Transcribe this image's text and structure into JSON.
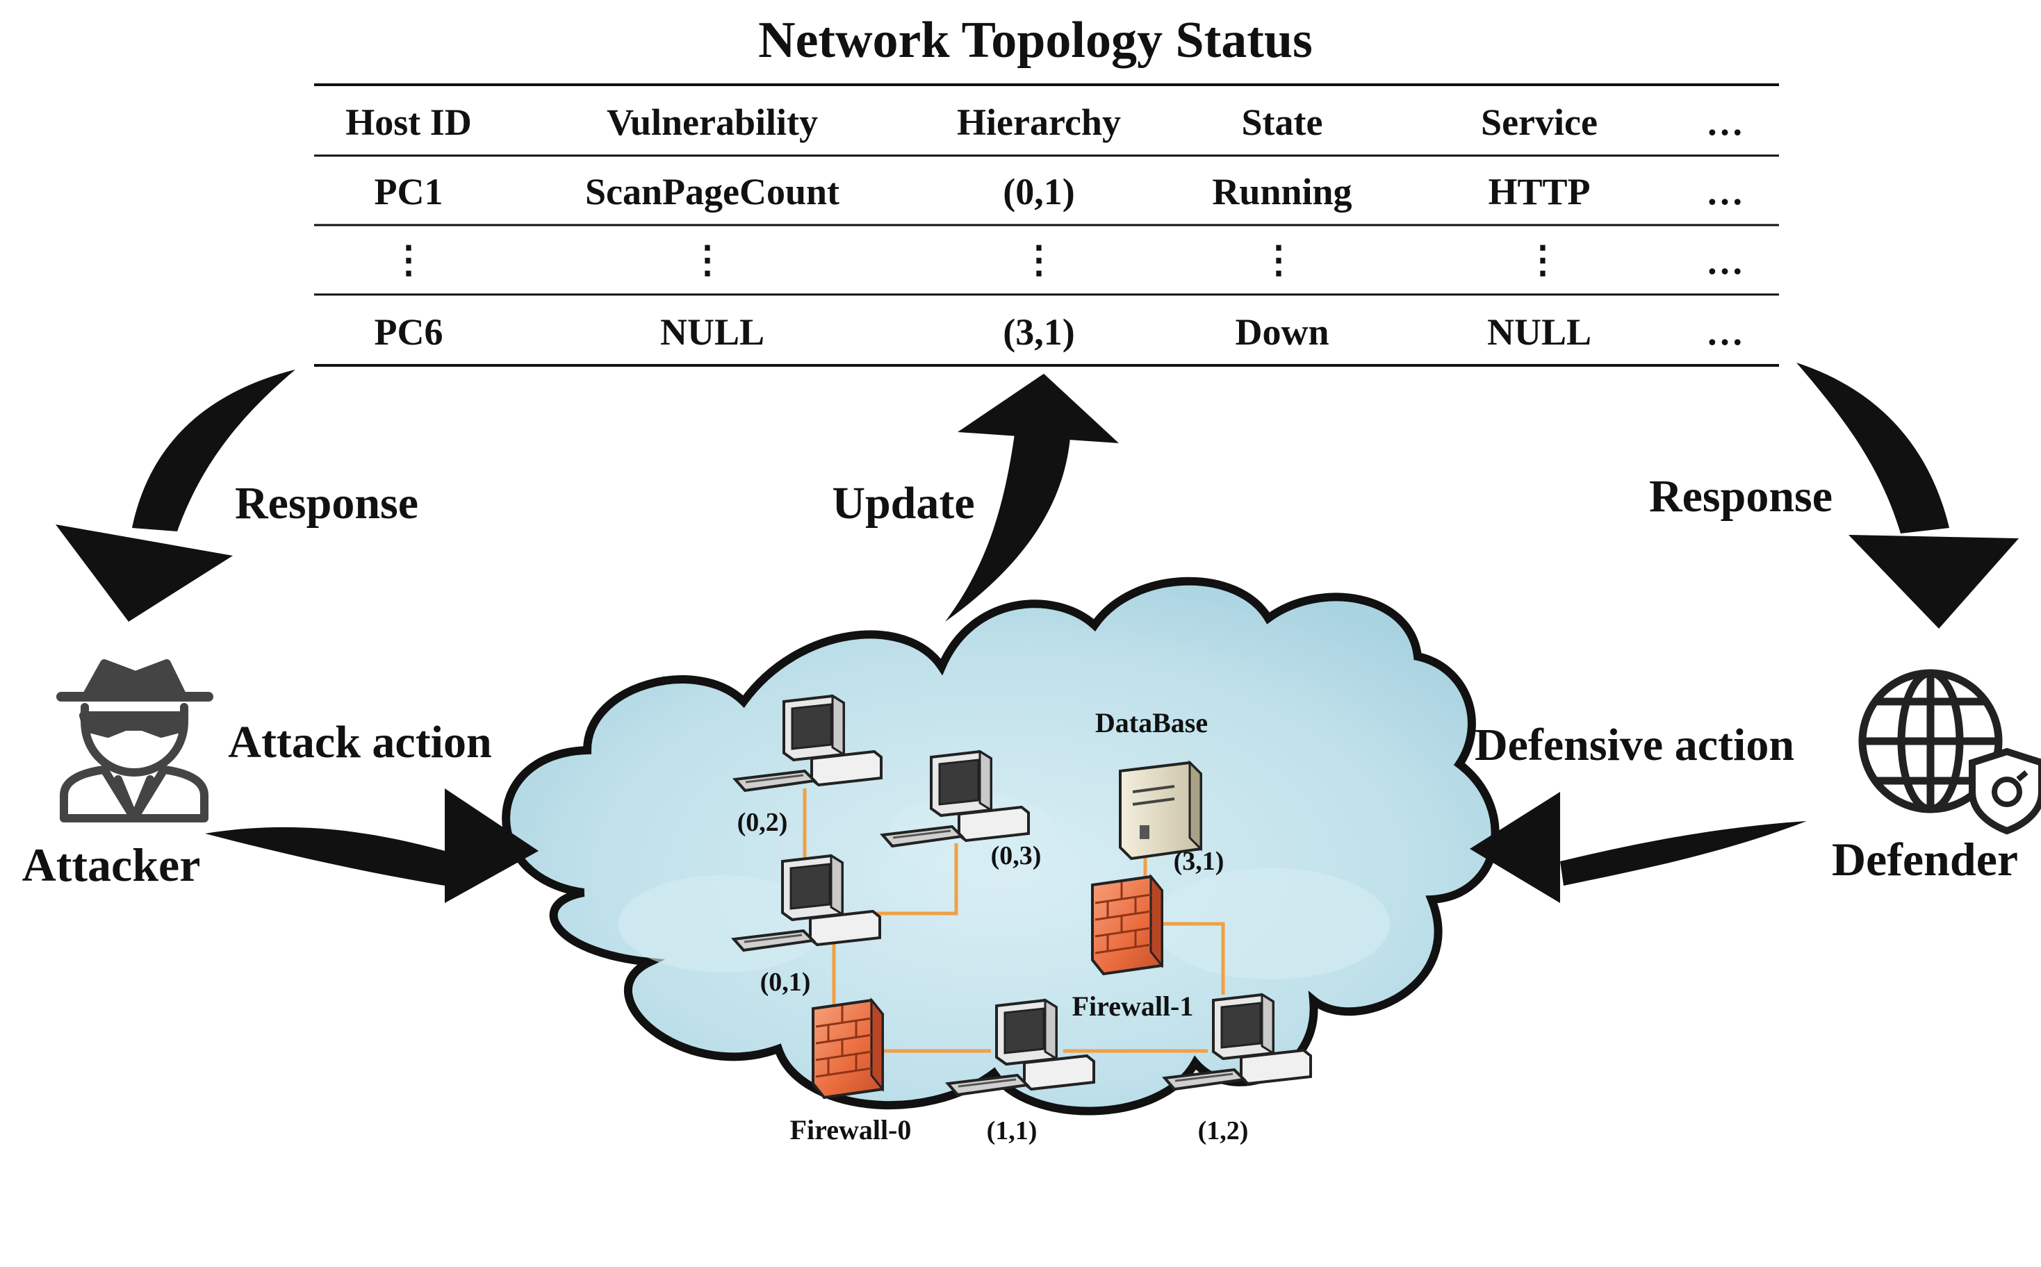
{
  "title": "Network Topology Status",
  "table": {
    "headers": [
      "Host ID",
      "Vulnerability",
      "Hierarchy",
      "State",
      "Service",
      "…"
    ],
    "rows": [
      [
        "PC1",
        "ScanPageCount",
        "(0,1)",
        "Running",
        "HTTP",
        "…"
      ],
      [
        "⋮",
        "⋮",
        "⋮",
        "⋮",
        "⋮",
        "…"
      ],
      [
        "PC6",
        "NULL",
        "(3,1)",
        "Down",
        "NULL",
        "…"
      ]
    ]
  },
  "flows": {
    "response_left": "Response",
    "update": "Update",
    "response_right": "Response",
    "attack_action": "Attack action",
    "defensive_action": "Defensive action"
  },
  "actors": {
    "attacker": "Attacker",
    "defender": "Defender"
  },
  "network": {
    "nodes": {
      "n02": "(0,2)",
      "n03": "(0,3)",
      "n01": "(0,1)",
      "n11": "(1,1)",
      "n12": "(1,2)",
      "n31": "(3,1)"
    },
    "devices": {
      "database": "DataBase",
      "firewall0": "Firewall-0",
      "firewall1": "Firewall-1"
    }
  },
  "colors": {
    "cloud_fill": "#bfe0ea",
    "cloud_stroke": "#111111",
    "link": "#f0a044",
    "firewall": "#e96b3d",
    "arrow": "#111111"
  },
  "icons": {
    "attacker": "spy-icon",
    "defender": "globe-shield-icon",
    "pc": "computer-icon",
    "server": "server-icon",
    "firewall": "firewall-icon"
  }
}
